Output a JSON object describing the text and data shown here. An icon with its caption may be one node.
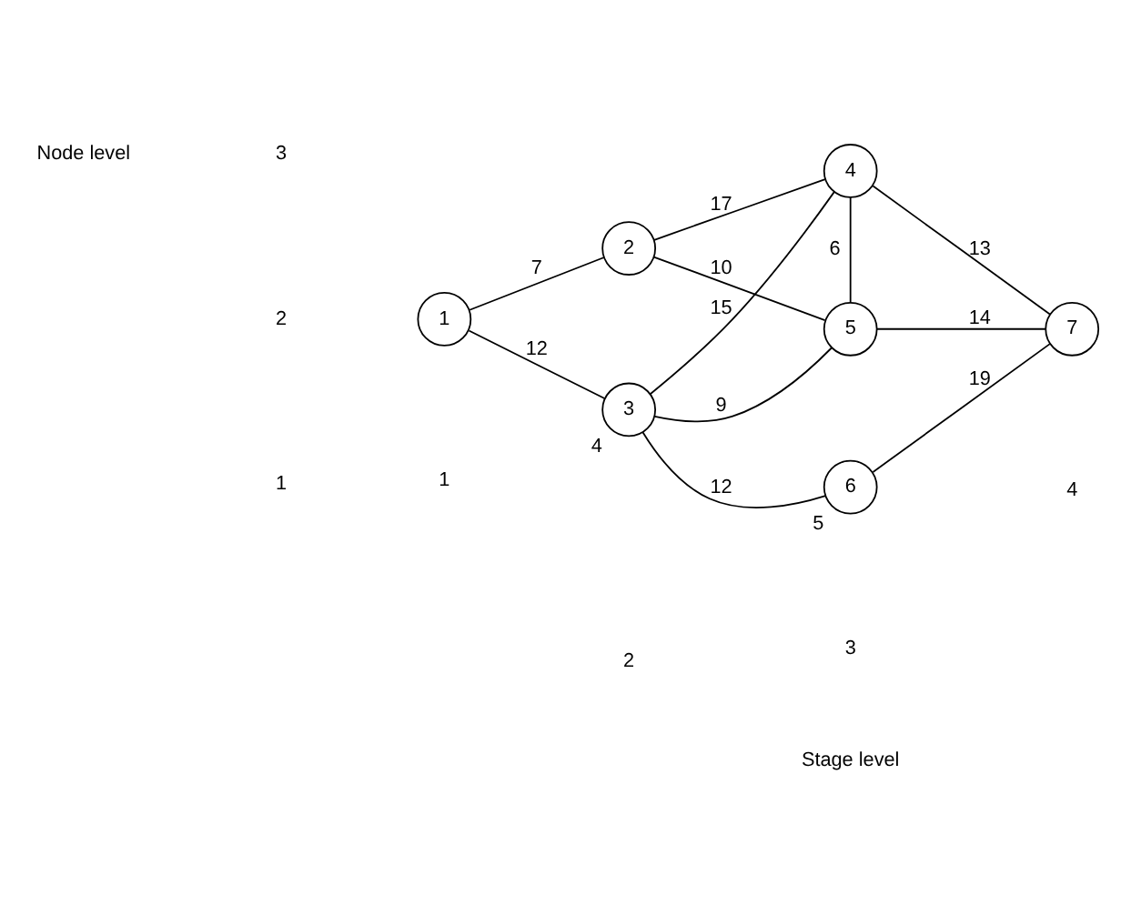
{
  "diagram": {
    "nodes": [
      {
        "text": [
          "2"
        ]
      },
      {
        "text": [
          "4"
        ]
      },
      {
        "text": [
          "1"
        ]
      },
      {
        "text": [
          "3"
        ],
        "beside": [
          "4"
        ]
      },
      {
        "text": [
          "5"
        ]
      },
      {
        "text": [
          "7"
        ]
      },
      {
        "text": [
          "6"
        ],
        "beside": [
          "5"
        ]
      }
    ],
    "edges": [
      {
        "from": 2,
        "to": 0,
        "arrow": "none",
        "label": "7"
      },
      {
        "from": 2,
        "to": 3,
        "arrow": "none",
        "label": "12"
      },
      {
        "from": 0,
        "to": 1,
        "arrow": "none",
        "label": "17"
      },
      {
        "from": 0,
        "to": 4,
        "arrow": "none",
        "label": "10"
      },
      {
        "from": 3,
        "to": 1,
        "arrow": "none",
        "label": "15"
      },
      {
        "from": 3,
        "to": 4,
        "arrow": "none",
        "label": "9"
      },
      {
        "from": 3,
        "to": 6,
        "arrow": "none",
        "label": "12"
      },
      {
        "from": 1,
        "to": 4,
        "arrow": "none",
        "label": "6"
      },
      {
        "from": 1,
        "to": 5,
        "arrow": "none",
        "label": "13"
      },
      {
        "from": 4,
        "to": 5,
        "arrow": "none",
        "label": "14"
      },
      {
        "from": 6,
        "to": 5,
        "arrow": "none",
        "label": "19"
      }
    ],
    "labels": [
      "3",
      "2",
      "1",
      "Node level",
      "1",
      "2",
      "3",
      "4",
      "Stage level"
    ]
  }
}
